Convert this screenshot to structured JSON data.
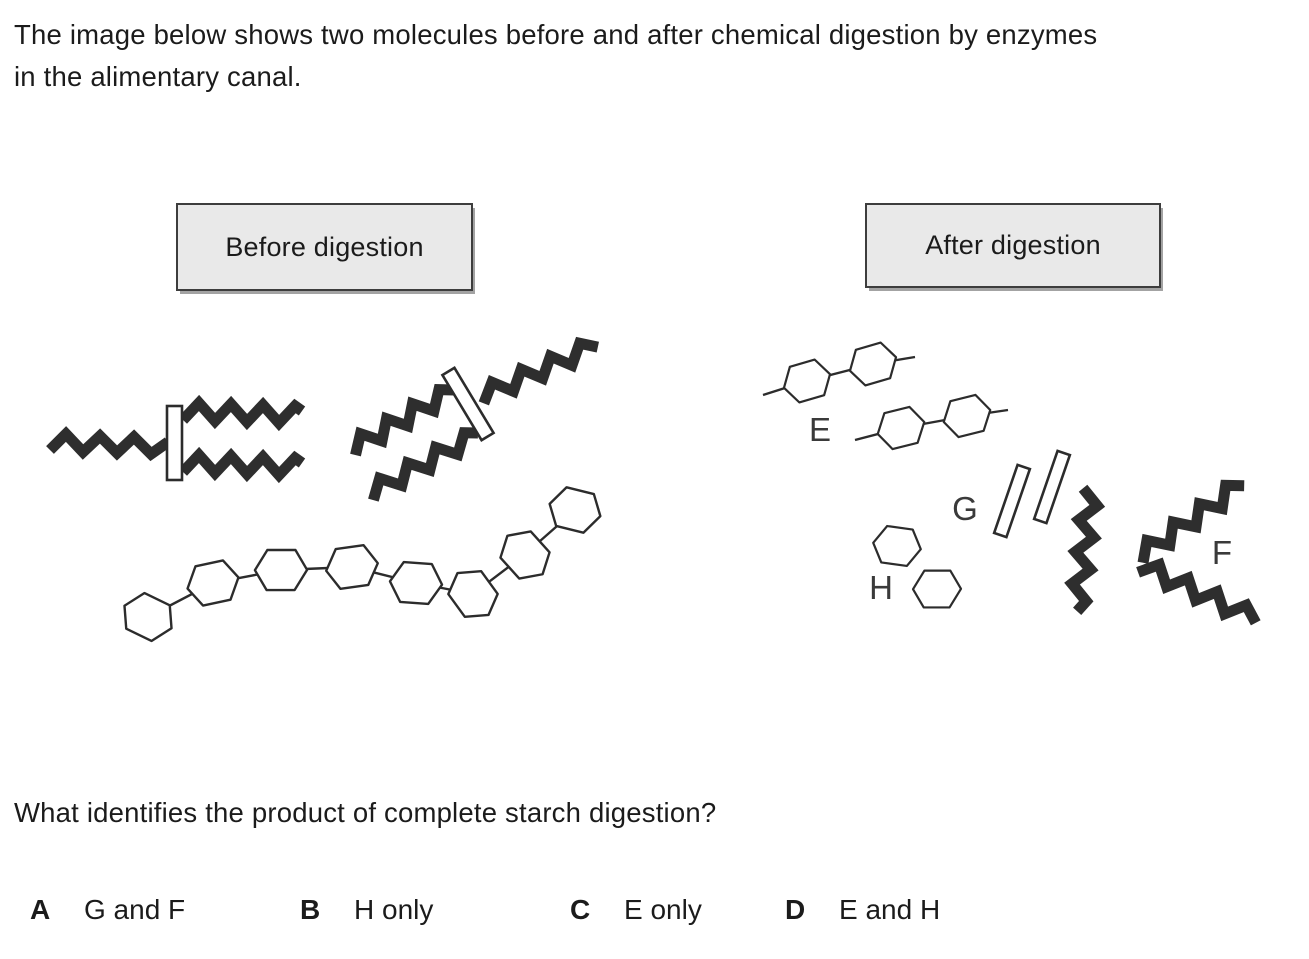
{
  "intro": {
    "line1": "The image below shows two molecules before and after chemical digestion by enzymes",
    "line2": "in the alimentary canal."
  },
  "diagram": {
    "before_label": "Before digestion",
    "after_label": "After digestion",
    "labels": {
      "E": "E",
      "G": "G",
      "H": "H",
      "F": "F"
    },
    "colors": {
      "chain_dark": "#2e2e2e",
      "outline": "#2c2c2c",
      "box_fill": "#e9e9e9",
      "box_border": "#3d3d3d",
      "shadow": "#a3a3a3",
      "text": "#1b1b1b",
      "label": "#3a3a3a"
    }
  },
  "question": {
    "text": "What identifies the product of complete starch digestion?"
  },
  "options": [
    {
      "letter": "A",
      "text": "G and F"
    },
    {
      "letter": "B",
      "text": "H only"
    },
    {
      "letter": "C",
      "text": "E only"
    },
    {
      "letter": "D",
      "text": "E and H"
    }
  ]
}
